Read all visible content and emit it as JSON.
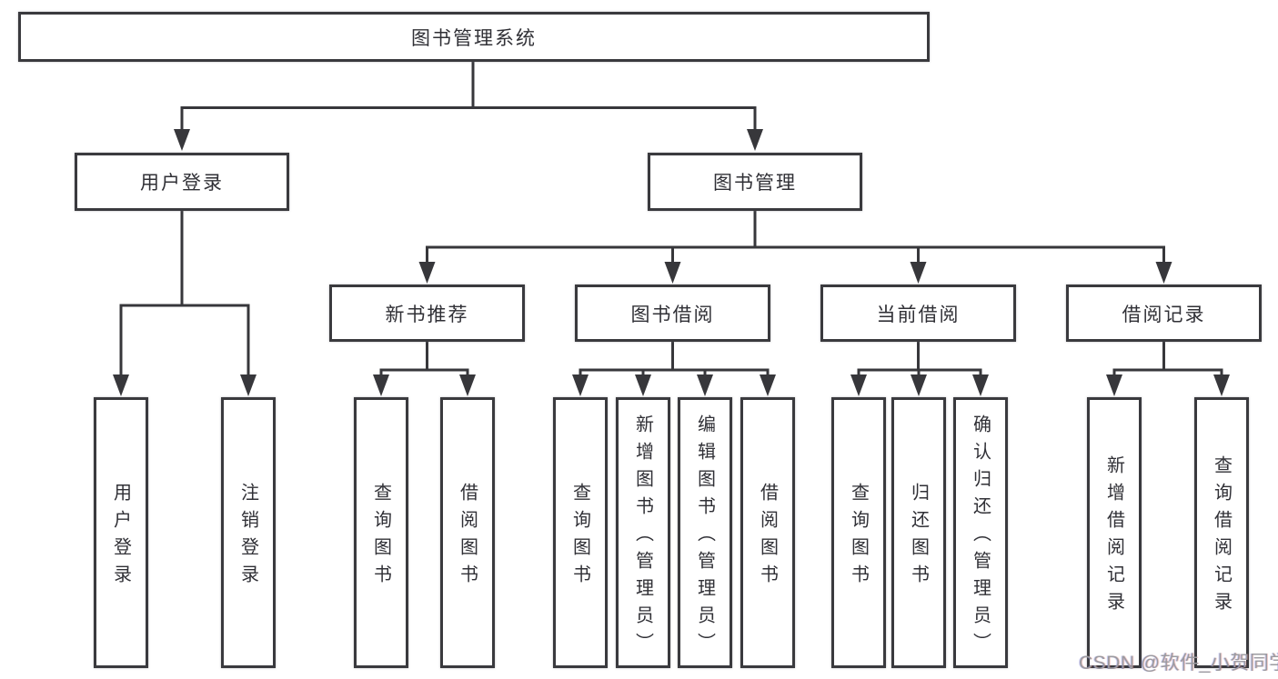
{
  "diagram": {
    "root": {
      "label": "图书管理系统"
    },
    "level2": [
      {
        "label": "用户登录"
      },
      {
        "label": "图书管理"
      }
    ],
    "level3": [
      {
        "label": "新书推荐"
      },
      {
        "label": "图书借阅"
      },
      {
        "label": "当前借阅"
      },
      {
        "label": "借阅记录"
      }
    ],
    "leaves": [
      {
        "label": "用户登录"
      },
      {
        "label": "注销登录"
      },
      {
        "label": "查询图书"
      },
      {
        "label": "借阅图书"
      },
      {
        "label": "查询图书"
      },
      {
        "label": "新增图书（管理员）"
      },
      {
        "label": "编辑图书（管理员）"
      },
      {
        "label": "借阅图书"
      },
      {
        "label": "查询图书"
      },
      {
        "label": "归还图书"
      },
      {
        "label": "确认归还（管理员）"
      },
      {
        "label": "新增借阅记录"
      },
      {
        "label": "查询借阅记录"
      }
    ]
  },
  "watermark": {
    "text": "CSDN @软件_小贺同学"
  },
  "colors": {
    "line": "#37373b",
    "box_border": "#3a3a3e",
    "text": "#303036",
    "watermark": "#9b9ba0",
    "background": "#ffffff"
  }
}
